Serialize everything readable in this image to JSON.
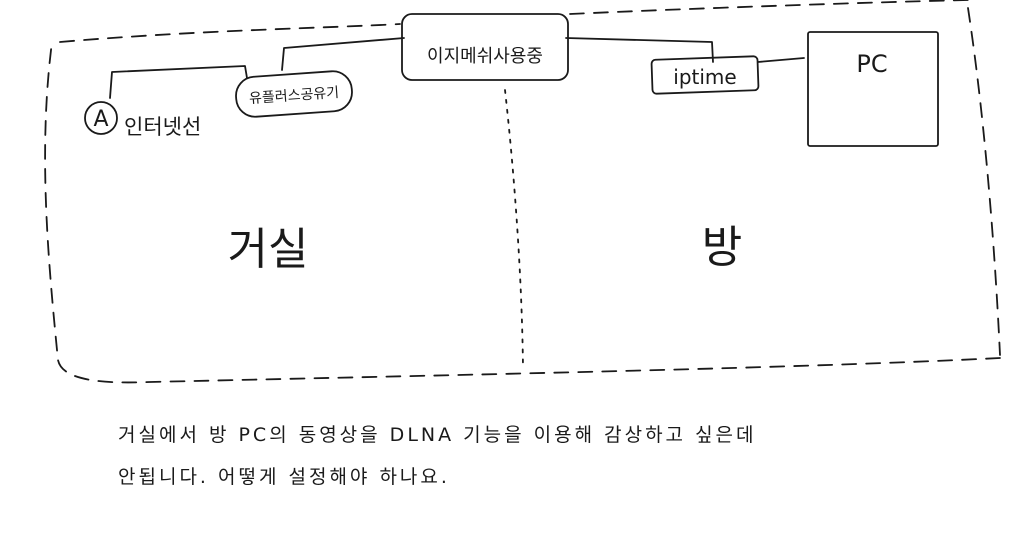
{
  "nodes": {
    "internet_marker": "A",
    "internet_line": "인터넷선",
    "router_uplus": "유플러스공유기",
    "easymesh": "이지메쉬사용중",
    "router_iptime": "iptime",
    "pc": "PC"
  },
  "rooms": {
    "living_room": "거실",
    "bedroom": "방"
  },
  "question": {
    "line1": "거실에서 방 PC의 동영상을 DLNA 기능을 이용해 감상하고 싶은데",
    "line2": "안됩니다. 어떻게 설정해야 하나요."
  }
}
